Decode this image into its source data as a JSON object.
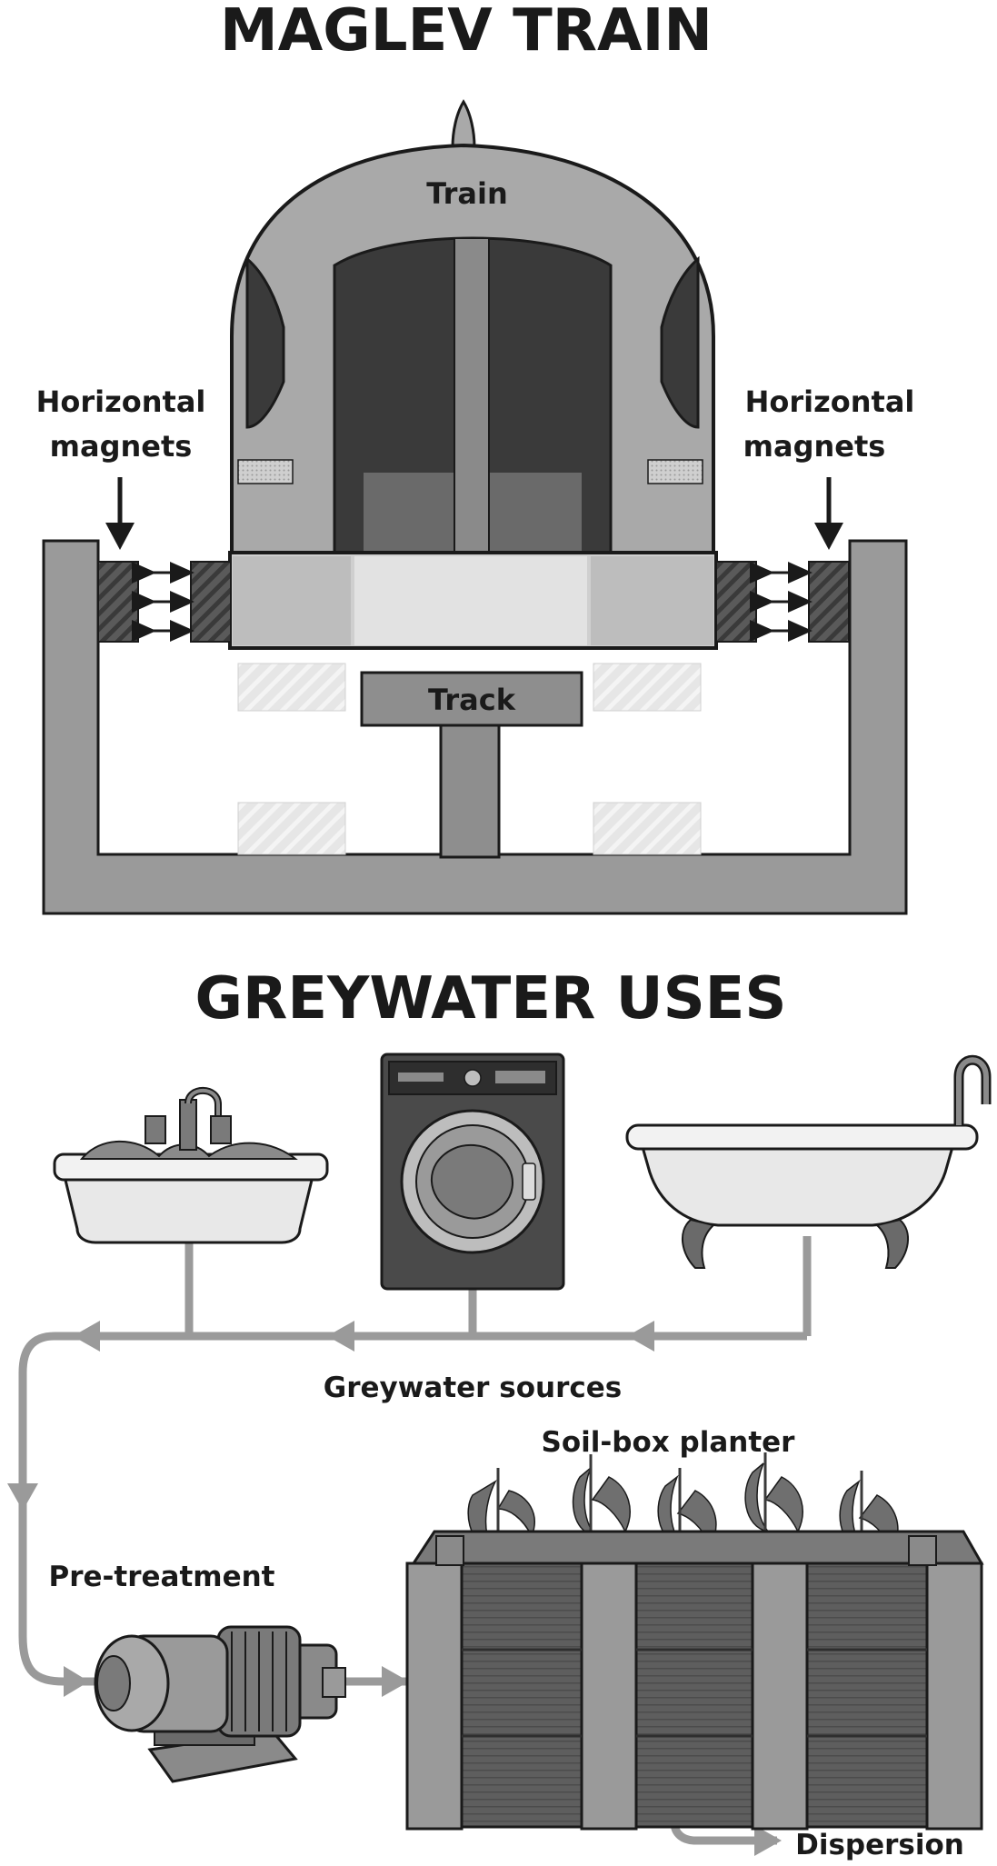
{
  "maglev": {
    "title": "MAGLEV TRAIN",
    "train_label": "Train",
    "left_magnet_label": [
      "Horizontal",
      "magnets"
    ],
    "right_magnet_label": [
      "Horizontal",
      "magnets"
    ],
    "track_label": "Track"
  },
  "greywater": {
    "title": "GREYWATER USES",
    "sources_label": "Greywater sources",
    "planter_label": "Soil-box planter",
    "pretreatment_label": "Pre-treatment",
    "dispersion_label": "Dispersion"
  },
  "colors": {
    "ink": "#1a1a1a",
    "body_grey": "#a9a9a9",
    "dark_glass": "#3a3a3a",
    "track_grey": "#8e8e8e",
    "pipe_grey": "#9a9a9a"
  }
}
